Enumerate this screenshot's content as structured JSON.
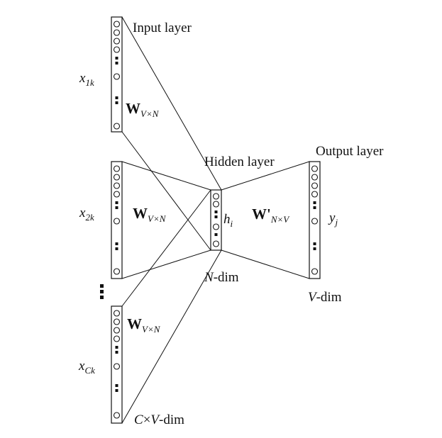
{
  "labels": {
    "input_layer": "Input layer",
    "hidden_layer": "Hidden layer",
    "output_layer": "Output layer",
    "x1_var": "x",
    "x1_sub": "1k",
    "x2_var": "x",
    "x2_sub": "2k",
    "xc_var": "x",
    "xc_sub": "Ck",
    "w_main": "W",
    "w_sub": "V×N",
    "w_prime_main": "W'",
    "w_prime_sub": "N×V",
    "h_var": "h",
    "h_sub": "i",
    "y_var": "y",
    "y_sub": "j",
    "n_dim_var": "N",
    "n_dim_rest": "-dim",
    "v_dim_var": "V",
    "v_dim_rest": "-dim",
    "cv_dim_c": "C",
    "cv_dim_times": "×",
    "cv_dim_v": "V",
    "cv_dim_rest": "-dim"
  }
}
